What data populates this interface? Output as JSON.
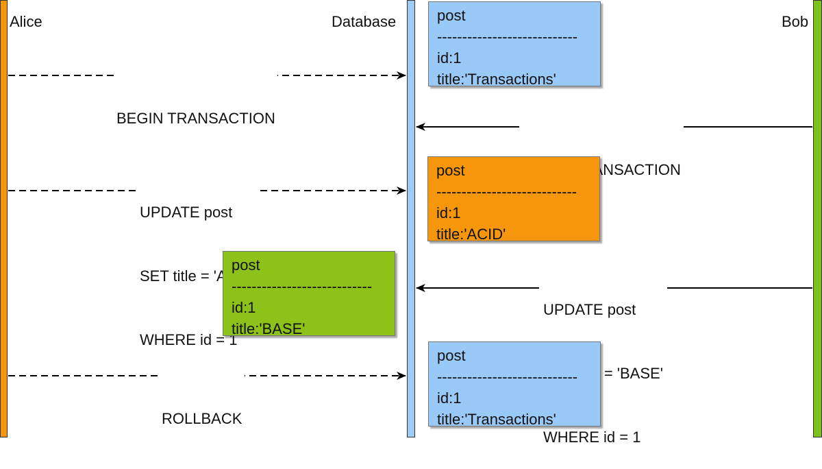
{
  "actors": {
    "alice": "Alice",
    "database": "Database",
    "bob": "Bob"
  },
  "colors": {
    "alice": "#f5960c",
    "database": "#9ccbf5",
    "bob": "#7cc21b",
    "note_blue": "#99c9f7",
    "note_orange": "#f5960c",
    "note_green": "#8dc21a"
  },
  "messages": {
    "alice_begin": "BEGIN TRANSACTION",
    "bob_begin": "BEGIN TRANSACTION",
    "alice_update": [
      "UPDATE post",
      "SET title = 'ACID'",
      "WHERE id = 1"
    ],
    "bob_update": [
      "UPDATE post",
      "SET title = 'BASE'",
      "WHERE id = 1"
    ],
    "alice_rollback": "ROLLBACK"
  },
  "notes": {
    "initial": [
      "post",
      "----------------------------",
      "id:1",
      "title:'Transactions'"
    ],
    "alice_update": [
      "post",
      "----------------------------",
      "id:1",
      "title:'ACID'"
    ],
    "bob_update": [
      "post",
      "----------------------------",
      "id:1",
      "title:'BASE'"
    ],
    "after_rollback": [
      "post",
      "----------------------------",
      "id:1",
      "title:'Transactions'"
    ]
  }
}
